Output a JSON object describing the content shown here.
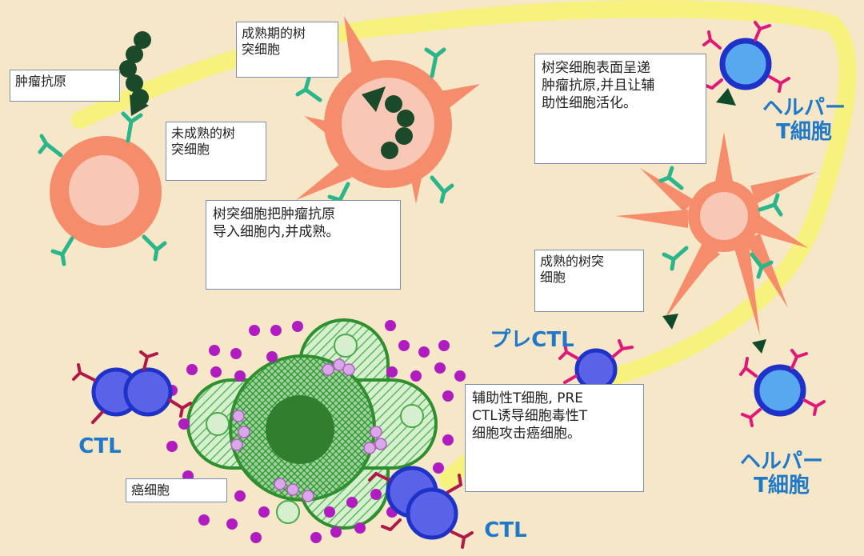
{
  "labels": {
    "tumor_antigen": "肿瘤抗原",
    "immature_dc": "未成熟的树\n突细胞",
    "maturing_dc": "成熟期的树\n突细胞",
    "uptake": "树突细胞把肿瘤抗原\n导入细胞内,并成熟。",
    "presentation": "树突细胞表面呈递\n肿瘤抗原,并且让辅\n助性细胞活化。",
    "mature_dc": "成熟的树突\n细胞",
    "helper_activation": "辅助性T细胞, PRE\nCTL诱导细胞毒性T\n细胞攻击癌细胞。",
    "cancer_cell": "癌细胞",
    "helper_t_top": "ヘルパー\nT細胞",
    "helper_t_bottom": "ヘルパー\nT細胞",
    "pre_ctl": "プレCTL",
    "ctl_left": "CTL",
    "ctl_bottom": "CTL"
  },
  "colors": {
    "background": "#f6e7c8",
    "path_yellow": "#f7f27a",
    "dc_cell": "#f58c6c",
    "dc_inner": "#f9c7b5",
    "receptor_green": "#2bb58a",
    "t_cell_blue": "#58a8f0",
    "t_cell_ring": "#1e32c8",
    "receptor_magenta": "#e01878",
    "ctl_blue": "#5a62e8",
    "ctl_receptor": "#b01848",
    "cancer_green": "#3ea83e",
    "purple_dots": "#b01cc0",
    "label_blue": "#1f78c8"
  }
}
